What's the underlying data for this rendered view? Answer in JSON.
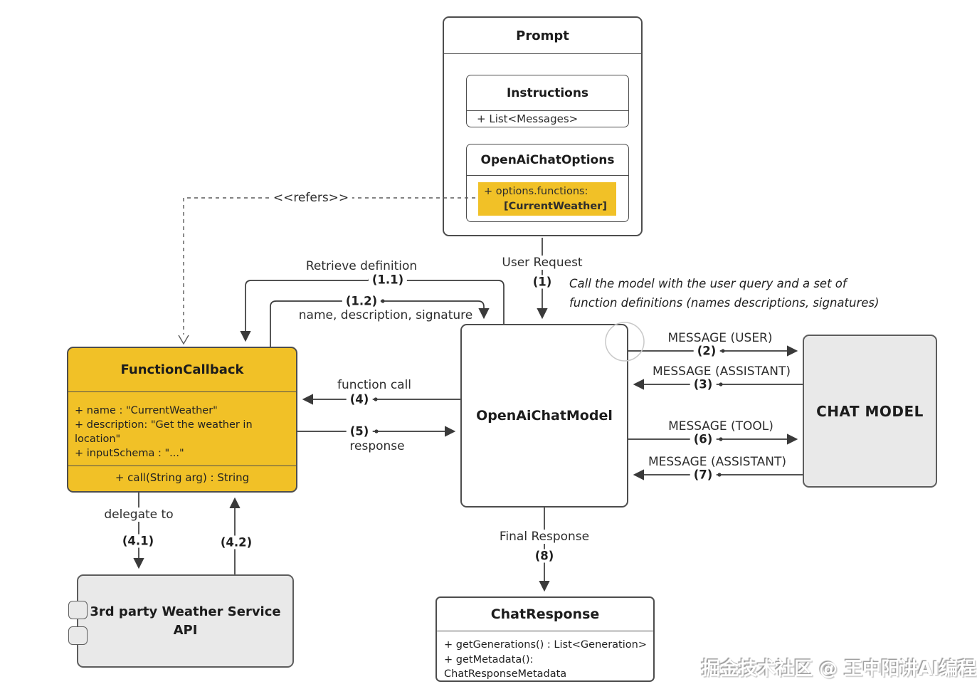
{
  "diagram": {
    "prompt": {
      "title": "Prompt",
      "instructions": {
        "title": "Instructions",
        "attr": "+ List<Messages>"
      },
      "options": {
        "title": "OpenAiChatOptions",
        "line1": "+ options.functions:",
        "line2": "[CurrentWeather]"
      }
    },
    "function_callback": {
      "title": "FunctionCallback",
      "attrs": [
        "+ name : \"CurrentWeather\"",
        "+ description: \"Get the weather in location\"",
        "+ inputSchema : \"...\""
      ],
      "method": "+ call(String arg) : String"
    },
    "openai_chat_model": {
      "title": "OpenAiChatModel"
    },
    "chat_model": {
      "title": "CHAT MODEL"
    },
    "weather_api": {
      "line1": "3rd party Weather Service",
      "line2": "API"
    },
    "chat_response": {
      "title": "ChatResponse",
      "methods": [
        "+ getGenerations() : List<Generation>",
        "+ getMetadata(): ChatResponseMetadata"
      ]
    },
    "labels": {
      "refers": "<<refers>>",
      "retrieve_definition": "Retrieve definition",
      "step_1_1": "(1.1)",
      "step_1_2": "(1.2)",
      "name_desc_sig": "name, description, signature",
      "user_request": "User Request",
      "step_1": "(1)",
      "annotation_line1": "Call the model with the user query and a set of",
      "annotation_line2": "function definitions (names descriptions, signatures)",
      "msg_user": "MESSAGE (USER)",
      "step_2": "(2)",
      "msg_assistant_3": "MESSAGE (ASSISTANT)",
      "step_3": "(3)",
      "function_call": "function call",
      "step_4": "(4)",
      "step_5": "(5)",
      "response": "response",
      "msg_tool": "MESSAGE (TOOL)",
      "step_6": "(6)",
      "msg_assistant_7": "MESSAGE (ASSISTANT)",
      "step_7": "(7)",
      "delegate_to": "delegate to",
      "step_4_1": "(4.1)",
      "step_4_2": "(4.2)",
      "final_response": "Final Response",
      "step_8": "(8)"
    },
    "watermark": "掘金技术社区 @ 王中阳讲AI编程",
    "colors": {
      "accent_yellow": "#f1c127",
      "box_gray": "#e9e9e9",
      "line": "#3f3f3f"
    }
  }
}
